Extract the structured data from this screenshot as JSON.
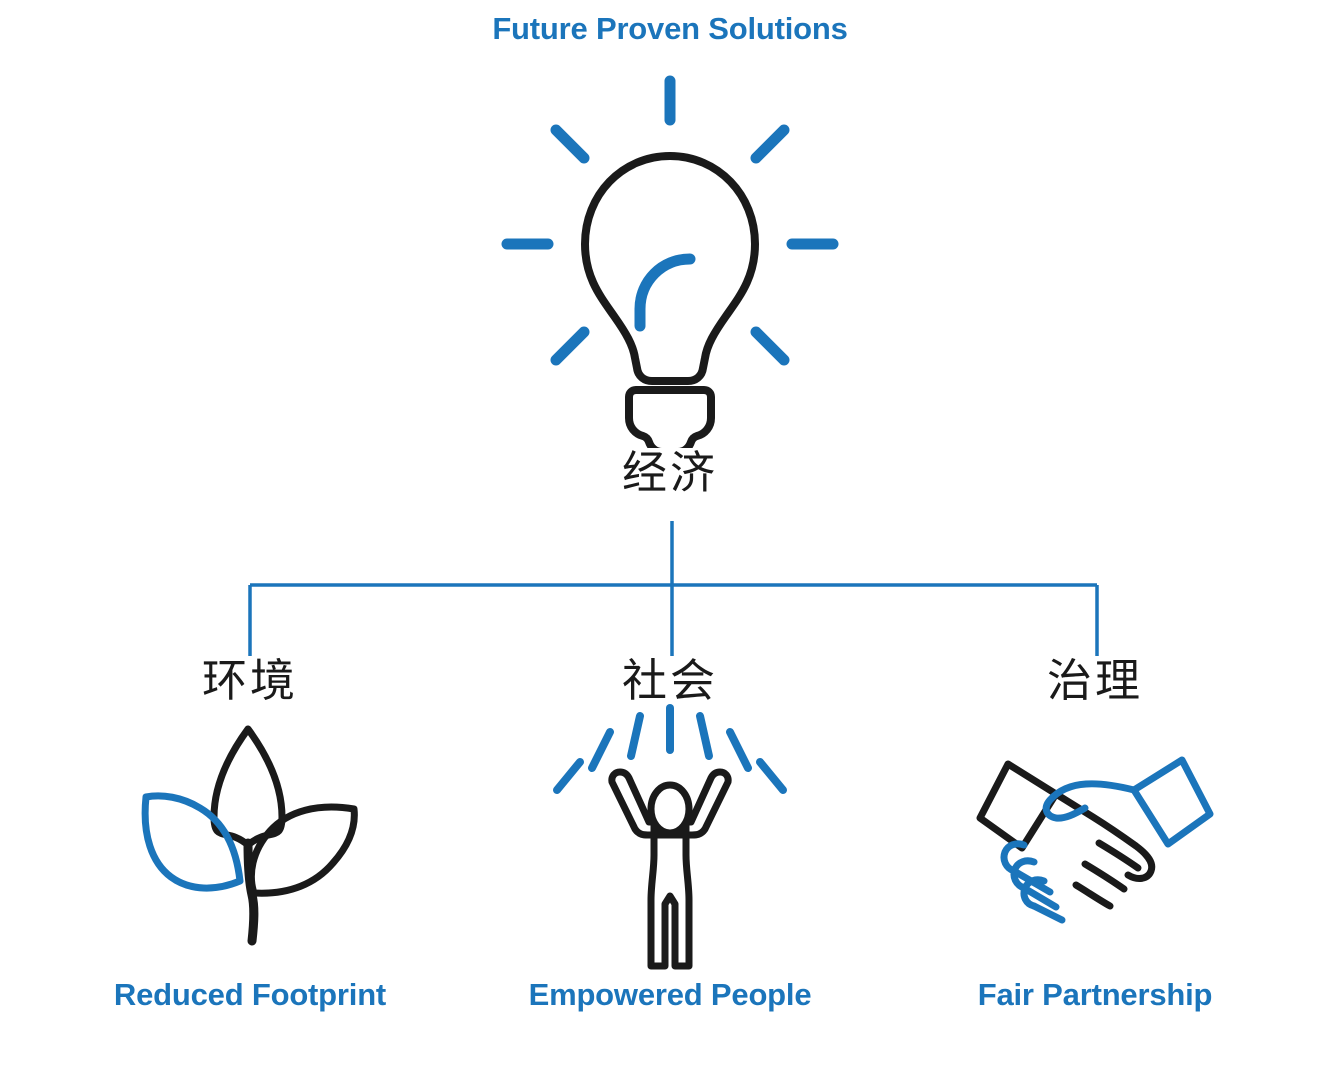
{
  "title": "Future Proven Solutions",
  "accent_color": "#1b75bb",
  "ink_color": "#1a1a1a",
  "background_color": "#ffffff",
  "top_node": {
    "icon": "lightbulb-icon",
    "label_cn": "经济",
    "label_meaning": "Economy"
  },
  "branches": [
    {
      "id": "environment",
      "label_cn": "环境",
      "label_meaning": "Environment",
      "icon": "sprout-leaves-icon",
      "caption": "Reduced Footprint"
    },
    {
      "id": "social",
      "label_cn": "社会",
      "label_meaning": "Society",
      "icon": "person-arms-raised-icon",
      "caption": "Empowered People"
    },
    {
      "id": "governance",
      "label_cn": "治理",
      "label_meaning": "Governance",
      "icon": "handshake-icon",
      "caption": "Fair Partnership"
    }
  ],
  "connector": {
    "style": "orthogonal-tree",
    "color": "#1b75bb",
    "stroke_width": 3
  }
}
